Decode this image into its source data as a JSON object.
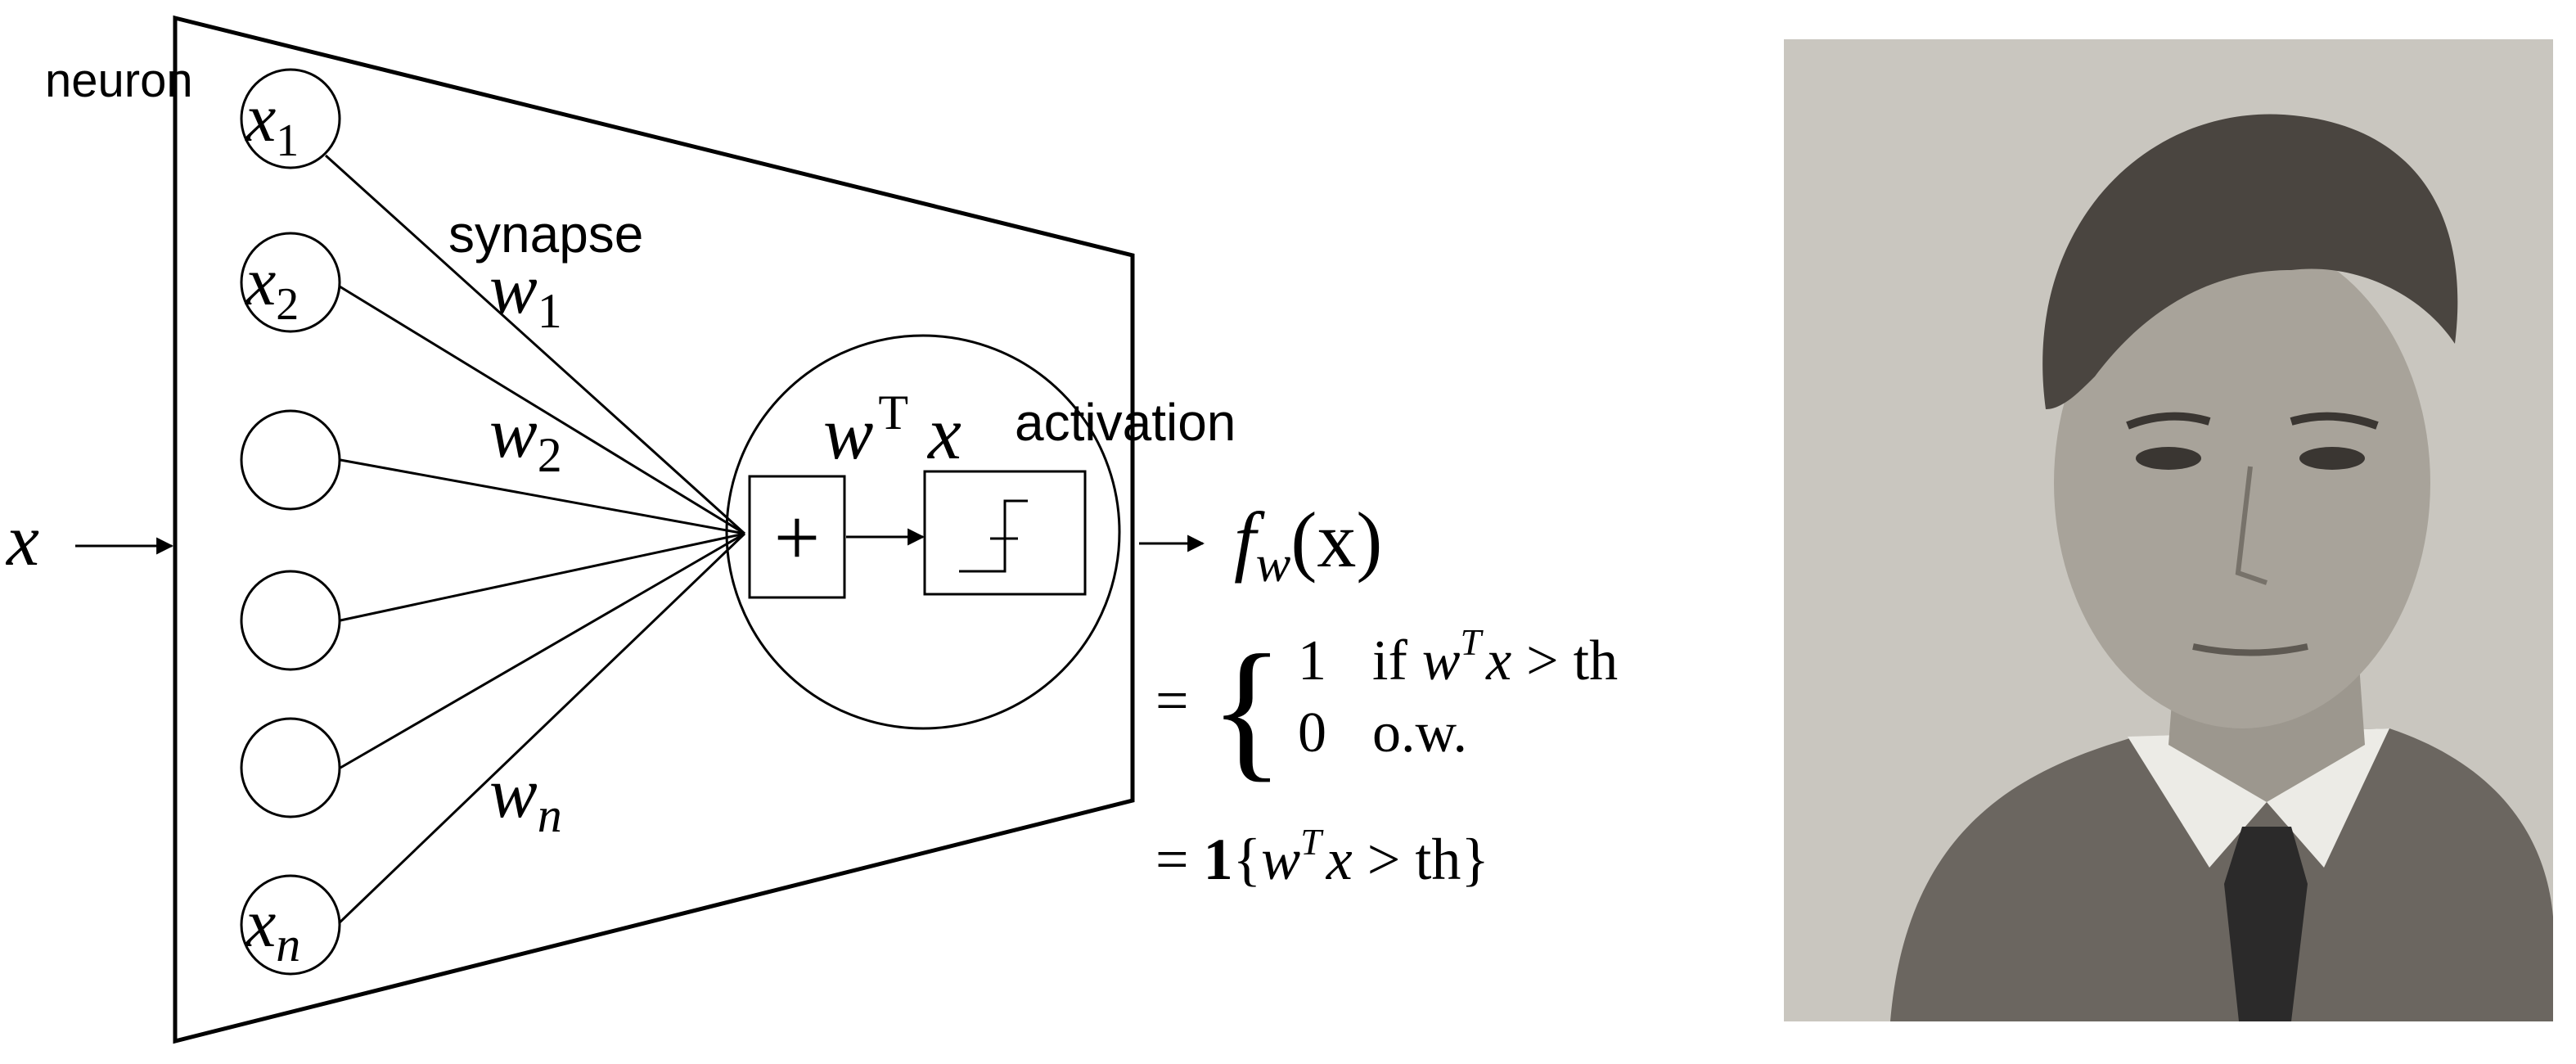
{
  "labels": {
    "neuron": "neuron",
    "synapse": "synapse",
    "activation": "activation"
  },
  "input": {
    "x": "x"
  },
  "nodes": [
    {
      "var": "x",
      "sub": "1"
    },
    {
      "var": "x",
      "sub": "2"
    },
    {
      "var": "",
      "sub": ""
    },
    {
      "var": "",
      "sub": ""
    },
    {
      "var": "",
      "sub": ""
    },
    {
      "var": "x",
      "sub": "n"
    }
  ],
  "weights": [
    {
      "var": "w",
      "sub": "1"
    },
    {
      "var": "w",
      "sub": "2"
    },
    {
      "var": "w",
      "sub": "n"
    }
  ],
  "sum": {
    "w": "w",
    "T": "T",
    "x": "x",
    "plus": "+"
  },
  "output": {
    "f": "f",
    "sub": "w",
    "paren": "(x)"
  },
  "cases": {
    "equals": "=",
    "brace": "{",
    "row1": {
      "value": "1",
      "if": "if",
      "w": "w",
      "T": "T",
      "x": "x",
      "gt": ">",
      "th": "th"
    },
    "row2": {
      "value": "0",
      "cond": "o.w."
    }
  },
  "indicator": {
    "equals": "=",
    "one": "1",
    "open": "{",
    "w": "w",
    "T": "T",
    "x": "x",
    "gt": ">",
    "th": "th",
    "close": "}"
  },
  "photo": {
    "icon": "portrait-photo-icon",
    "colors": {
      "background": "#c9c6bf",
      "hair": "#4a4540",
      "skin": "#a8a39a",
      "jacket": "#6b6660",
      "shirt": "#ecebe6",
      "tie": "#2b2a2a"
    }
  }
}
